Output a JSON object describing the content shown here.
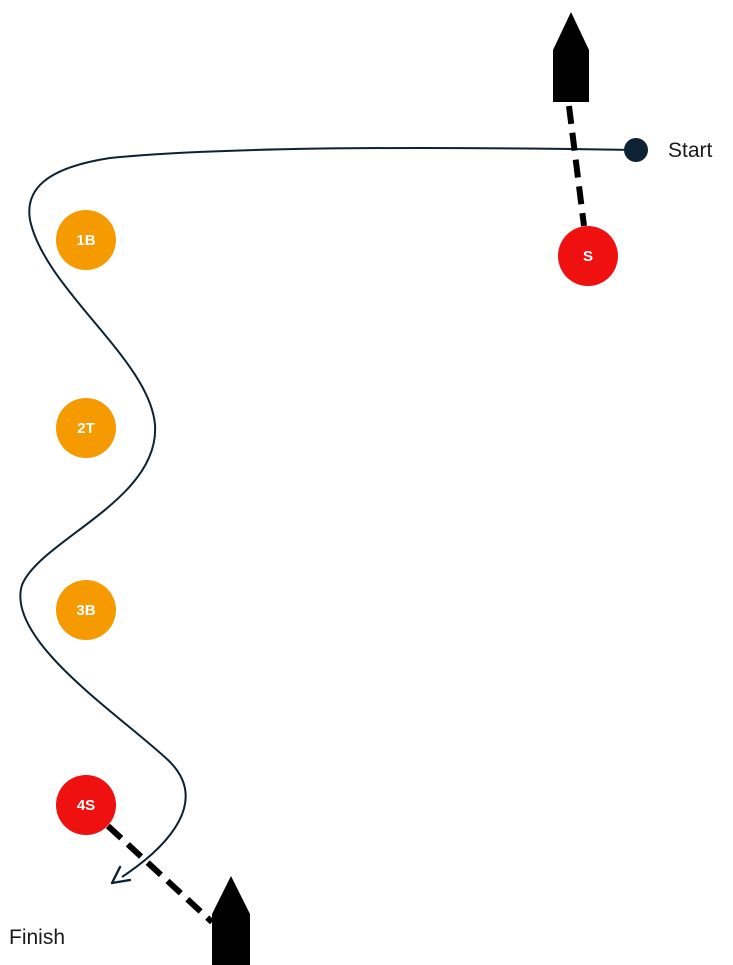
{
  "labels": {
    "start": "Start",
    "finish": "Finish"
  },
  "marks": [
    {
      "id": "S",
      "label": "S",
      "color": "#ef1010"
    },
    {
      "id": "1B",
      "label": "1B",
      "color": "#f59a00"
    },
    {
      "id": "2T",
      "label": "2T",
      "color": "#f59a00"
    },
    {
      "id": "3B",
      "label": "3B",
      "color": "#f59a00"
    },
    {
      "id": "4S",
      "label": "4S",
      "color": "#ef1010"
    }
  ],
  "colors": {
    "course_line": "#0d2233",
    "boat": "#000000",
    "gate_line": "#000000",
    "orange": "#f59a00",
    "red": "#ef1010"
  }
}
